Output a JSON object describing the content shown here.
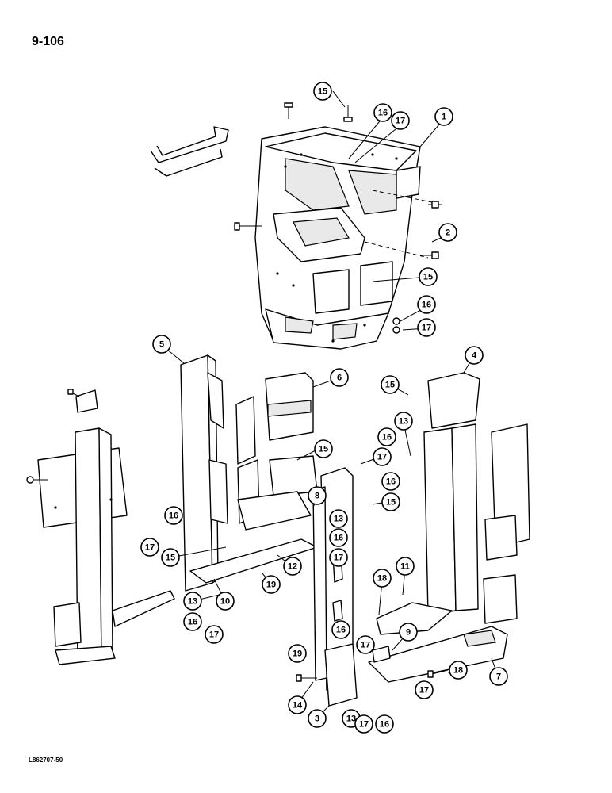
{
  "page_number": "9-106",
  "footer_code": "L862707-50",
  "callouts": [
    {
      "id": "c15a",
      "label": "15"
    },
    {
      "id": "c16a",
      "label": "16"
    },
    {
      "id": "c17a",
      "label": "17"
    },
    {
      "id": "c1",
      "label": "1"
    },
    {
      "id": "c2",
      "label": "2"
    },
    {
      "id": "c15b",
      "label": "15"
    },
    {
      "id": "c16b",
      "label": "16"
    },
    {
      "id": "c17b",
      "label": "17"
    },
    {
      "id": "c5",
      "label": "5"
    },
    {
      "id": "c6",
      "label": "6"
    },
    {
      "id": "c4",
      "label": "4"
    },
    {
      "id": "c15c",
      "label": "15"
    },
    {
      "id": "c13a",
      "label": "13"
    },
    {
      "id": "c16c",
      "label": "16"
    },
    {
      "id": "c17c",
      "label": "17"
    },
    {
      "id": "c16d",
      "label": "16"
    },
    {
      "id": "c15d",
      "label": "15"
    },
    {
      "id": "c15e",
      "label": "15"
    },
    {
      "id": "c8",
      "label": "8"
    },
    {
      "id": "c13b",
      "label": "13"
    },
    {
      "id": "c16e",
      "label": "16"
    },
    {
      "id": "c17d",
      "label": "17"
    },
    {
      "id": "c12",
      "label": "12"
    },
    {
      "id": "c16f",
      "label": "16"
    },
    {
      "id": "c17e",
      "label": "17"
    },
    {
      "id": "c15f",
      "label": "15"
    },
    {
      "id": "c19a",
      "label": "19"
    },
    {
      "id": "c13c",
      "label": "13"
    },
    {
      "id": "c10",
      "label": "10"
    },
    {
      "id": "c16g",
      "label": "16"
    },
    {
      "id": "c17f",
      "label": "17"
    },
    {
      "id": "c11",
      "label": "11"
    },
    {
      "id": "c18a",
      "label": "18"
    },
    {
      "id": "c9",
      "label": "9"
    },
    {
      "id": "c16h",
      "label": "16"
    },
    {
      "id": "c17g",
      "label": "17"
    },
    {
      "id": "c18b",
      "label": "18"
    },
    {
      "id": "c7",
      "label": "7"
    },
    {
      "id": "c19b",
      "label": "19"
    },
    {
      "id": "c14",
      "label": "14"
    },
    {
      "id": "c3",
      "label": "3"
    },
    {
      "id": "c13d",
      "label": "13"
    },
    {
      "id": "c17h",
      "label": "17"
    },
    {
      "id": "c16i",
      "label": "16"
    },
    {
      "id": "c17i",
      "label": "17"
    }
  ]
}
